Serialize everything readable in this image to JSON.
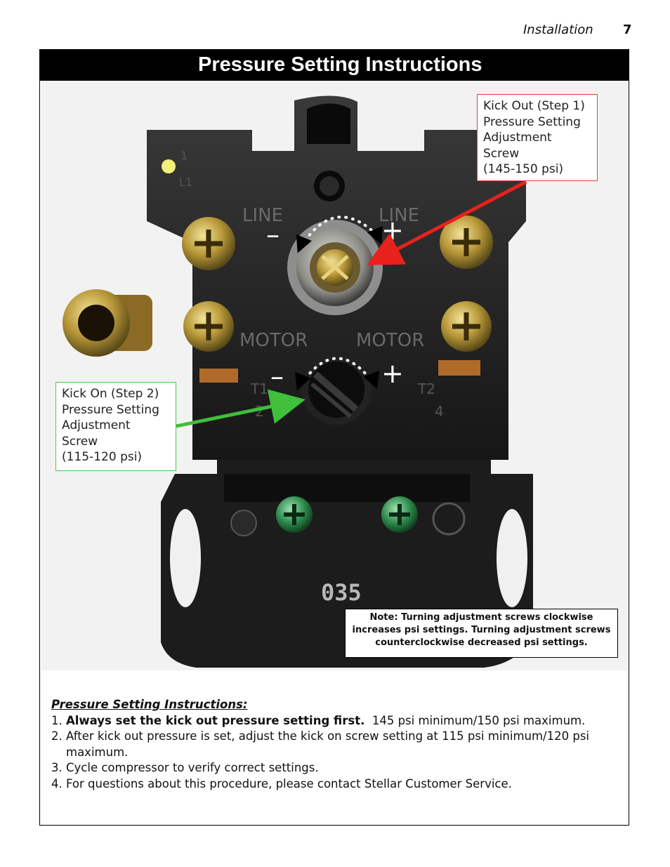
{
  "header": {
    "section": "Installation",
    "page": "7"
  },
  "banner": {
    "title": "Pressure Setting Instructions"
  },
  "figure": {
    "callout_kick_out": "Kick Out (Step 1)\nPressure Setting\nAdjustment\nScrew\n(145-150 psi)",
    "callout_kick_on": "Kick On (Step 2)\nPressure Setting\nAdjustment\nScrew\n(115-120 psi)",
    "note": "Note: Turning adjustment screws clockwise increases psi settings. Turning adjustment screws counterclockwise decreased psi settings.",
    "switch_labels": {
      "line_left": "LINE",
      "line_right": "LINE",
      "motor_left": "MOTOR",
      "motor_right": "MOTOR",
      "t1": "T1",
      "t2": "T2",
      "t1_num": "2",
      "t2_num": "4",
      "l1_top": "1",
      "l1": "L1",
      "part_number": "035",
      "minus": "–",
      "plus": "+"
    },
    "colors": {
      "kick_out_arrow": "#e8211c",
      "kick_on_arrow": "#3fbf3a"
    }
  },
  "instructions": {
    "heading": "Pressure Setting Instructions:",
    "steps": [
      {
        "num": "1.",
        "bold": "Always set the kick out pressure setting first.",
        "text": "  145 psi minimum/150 psi maximum."
      },
      {
        "num": "2.",
        "bold": "",
        "text": "After kick out pressure is set, adjust the kick on screw setting at 115 psi minimum/120 psi maximum."
      },
      {
        "num": "3.",
        "bold": "",
        "text": "Cycle compressor to verify correct settings."
      },
      {
        "num": "4.",
        "bold": "",
        "text": "For questions about this procedure, please contact Stellar Customer Service."
      }
    ]
  }
}
